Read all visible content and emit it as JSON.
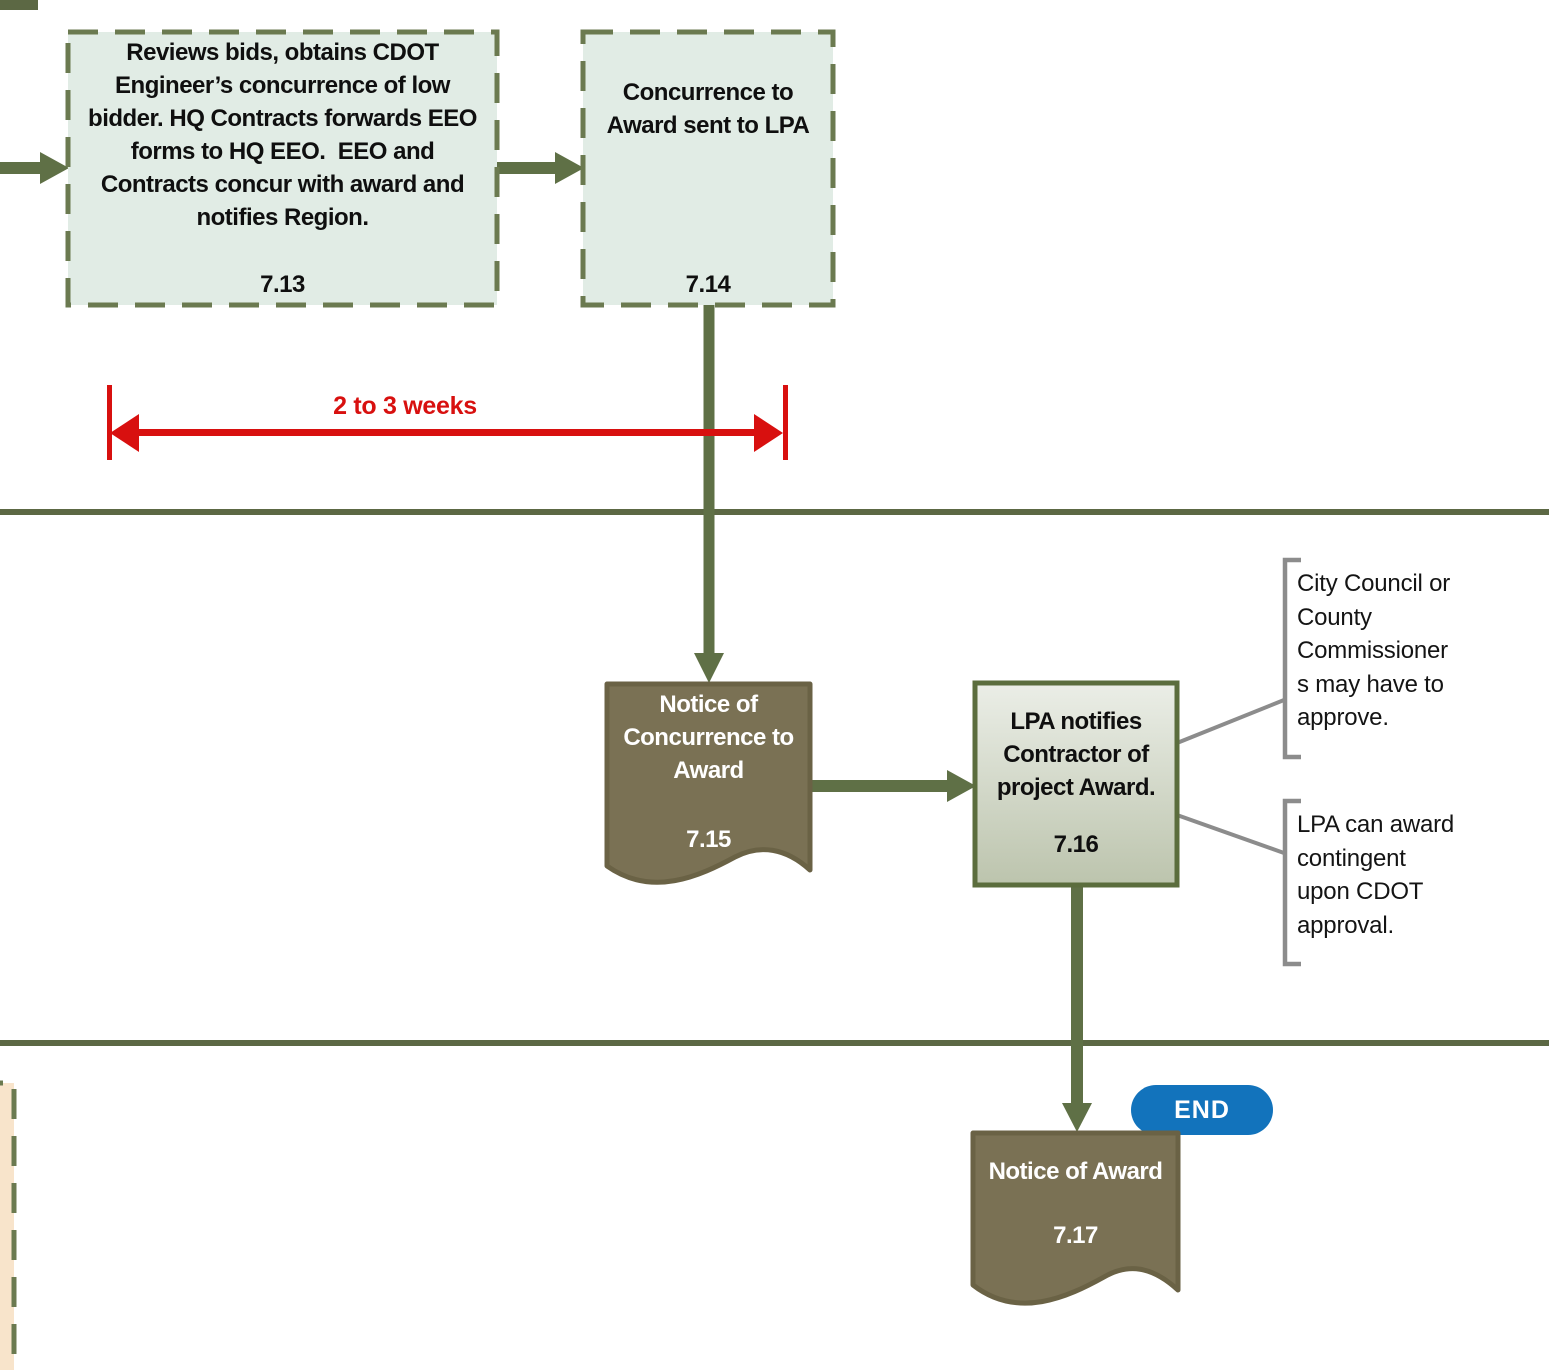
{
  "diagram": {
    "steps": {
      "s713": {
        "label": "Reviews bids, obtains CDOT\nEngineer’s concurrence of low\nbidder. HQ Contracts forwards EEO\nforms to HQ EEO.  EEO and\nContracts concur with award and\nnotifies Region.",
        "id": "7.13"
      },
      "s714": {
        "label": "Concurrence to\nAward sent to LPA",
        "id": "7.14"
      },
      "d715": {
        "label": "Notice of\nConcurrence to\nAward",
        "id": "7.15"
      },
      "s716": {
        "label": "LPA notifies\nContractor of\nproject Award.",
        "id": "7.16"
      },
      "d717": {
        "label": "Notice of Award",
        "id": "7.17"
      }
    },
    "end_label": "END",
    "duration_label": "2 to 3 weeks",
    "callouts": [
      {
        "text": "City Council or\nCounty\nCommissioner\ns may have to\napprove."
      },
      {
        "text": "LPA can award\ncontingent\nupon CDOT\napproval."
      }
    ],
    "colors": {
      "dashed_box_fill": "#e1ece5",
      "dashed_box_border": "#6b7a50",
      "process_box_border": "#5b6d3d",
      "process_box_fill_top": "#ebeee7",
      "process_box_fill_bottom": "#bcc4ad",
      "document_fill": "#7a7154",
      "document_border": "#6a6245",
      "arrow_green": "#5f7046",
      "lane_line": "#5c6844",
      "duration_red": "#d8100f",
      "callout_gray": "#8c8c8c",
      "end_badge_blue": "#1273bc",
      "offscreen_box_fill": "#f8e4cb"
    }
  }
}
